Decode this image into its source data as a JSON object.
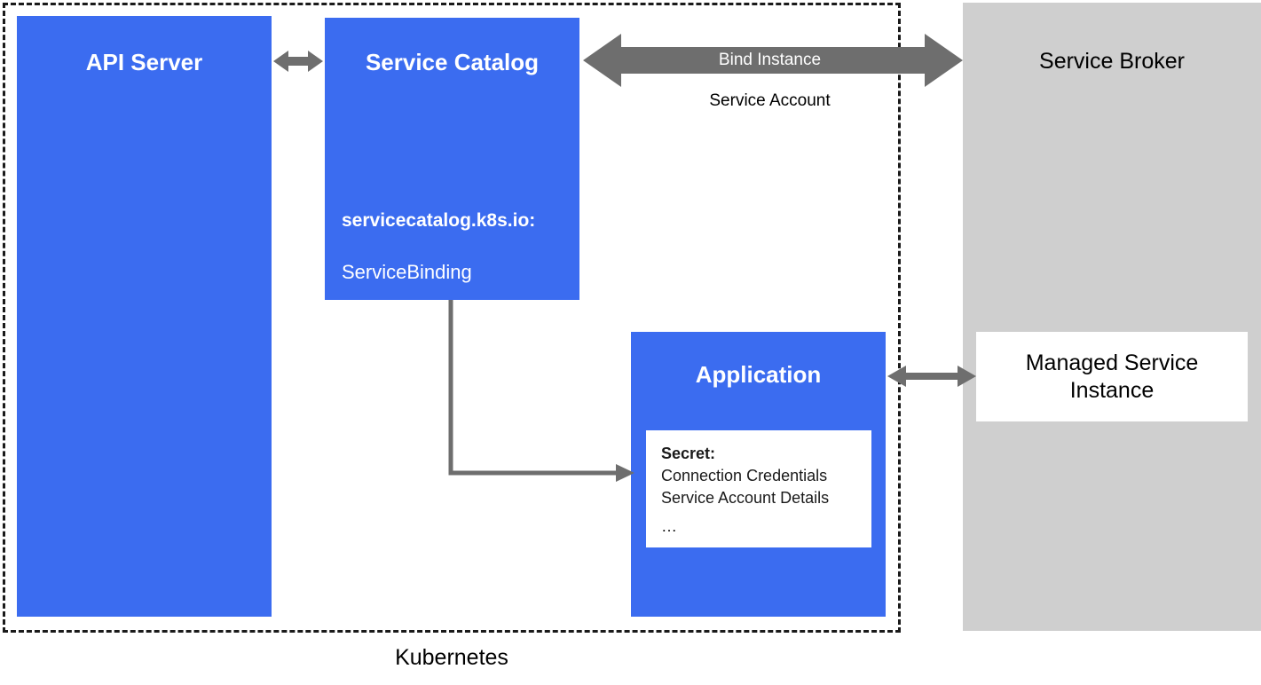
{
  "diagram": {
    "boundary": {
      "name": "Kubernetes",
      "label": "Kubernetes"
    },
    "api_server": {
      "title": "API Server"
    },
    "service_catalog": {
      "title": "Service Catalog",
      "api_group": "servicecatalog.k8s.io:",
      "kind": "ServiceBinding"
    },
    "application": {
      "title": "Application",
      "secret": {
        "title": "Secret:",
        "lines": [
          "Connection Credentials",
          "Service Account Details"
        ],
        "ellipsis": "…"
      }
    },
    "service_broker": {
      "title": "Service Broker",
      "managed_service_instance": {
        "line1": "Managed Service",
        "line2": "Instance"
      }
    },
    "arrows": {
      "bind_instance": {
        "label": "Bind Instance",
        "sublabel": "Service Account"
      }
    },
    "colors": {
      "blue": "#3b6cf0",
      "gray_panel": "#cfcfcf",
      "arrow_gray": "#6e6e6e",
      "white": "#ffffff",
      "black": "#1a1a1a"
    }
  }
}
